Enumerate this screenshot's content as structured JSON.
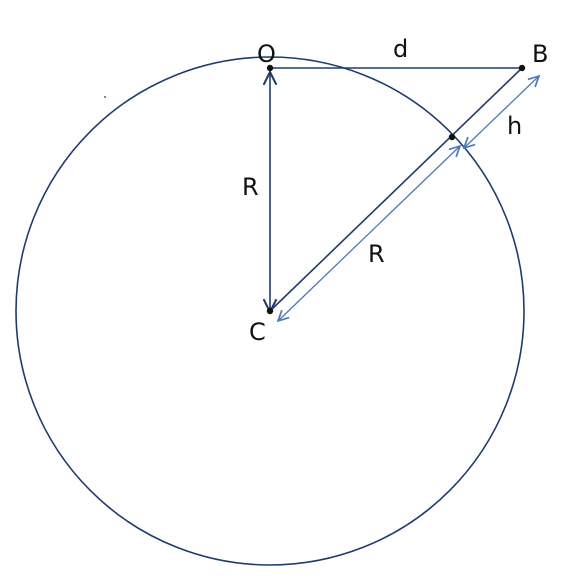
{
  "labels": {
    "O": "O",
    "B": "B",
    "C": "C",
    "d": "d",
    "h": "h",
    "R_vertical": "R",
    "R_diagonal": "R"
  },
  "colors": {
    "main_stroke": "#1f3b6e",
    "dimension_stroke": "#4f78b5",
    "dot": "#111111",
    "background": "#ffffff"
  }
}
